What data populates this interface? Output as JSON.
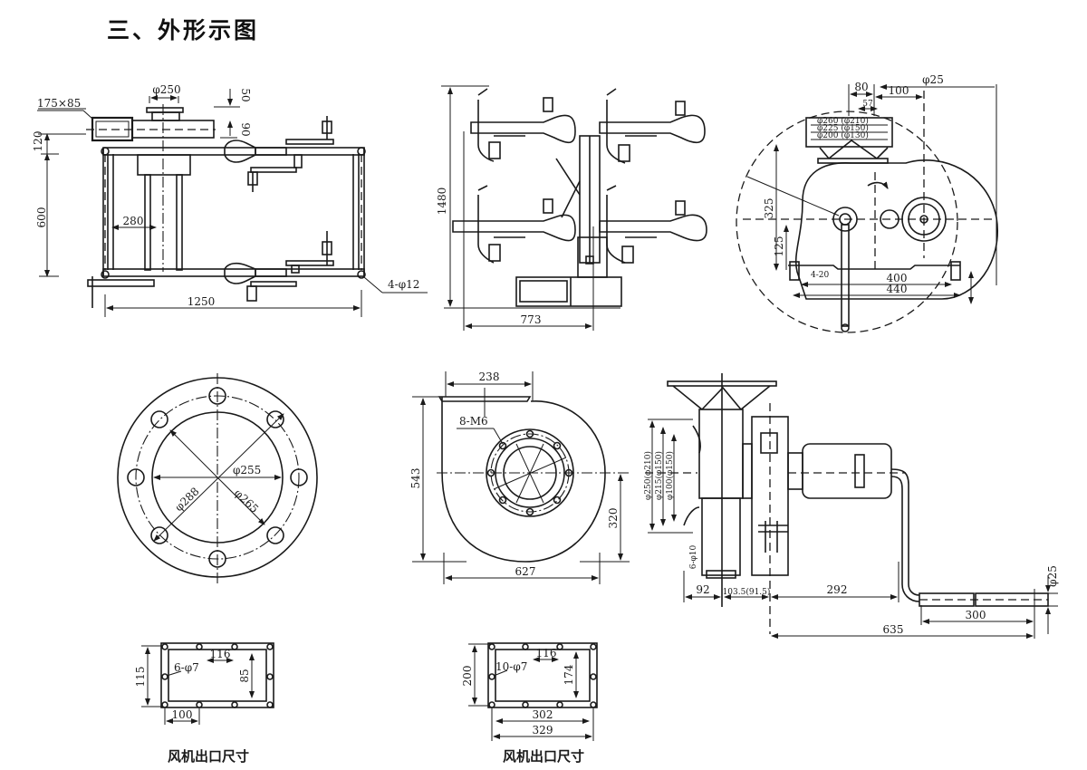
{
  "page": {
    "title": "三、外形示图",
    "ink_color": "#1a1a1a",
    "background": "#ffffff"
  },
  "top_view": {
    "label_outlet": "175×85",
    "label_inlet_dia": "φ250",
    "dim_50": "50",
    "dim_90": "90",
    "dim_120": "120",
    "dim_600": "600",
    "dim_280": "280",
    "dim_1250": "1250",
    "label_bolts": "4-φ12"
  },
  "front_view": {
    "dim_height": "1480",
    "dim_width": "773"
  },
  "side_view": {
    "dim_80": "80",
    "dim_100": "100",
    "dim_phi25": "φ25",
    "dim_57": "57",
    "dia_row1": "φ260  (φ210)",
    "dia_row2": "φ225  (φ150)",
    "dia_row3": "φ200  (φ130)",
    "dim_325": "325",
    "dim_125": "125",
    "label_holes": "4-20",
    "dim_400": "400",
    "dim_440": "440"
  },
  "flange_view": {
    "dia_255": "φ255",
    "dia_288": "φ288",
    "dia_265": "φ265"
  },
  "volute_view": {
    "dim_238": "238",
    "label_screws": "8-M6",
    "dim_543": "543",
    "dim_320": "320",
    "dim_627": "627"
  },
  "motor_view": {
    "dia_250": "φ250(φ210)",
    "dia_215": "φ215(φ150)",
    "dia_100": "φ100(φ150)",
    "label_holes": "6-φ10",
    "dim_92": "92",
    "dim_103": "103.5(91.5)",
    "dim_292": "292",
    "dim_phi25": "φ25",
    "dim_300": "300",
    "dim_635": "635"
  },
  "outlet_small": {
    "dim_115": "115",
    "dim_116": "116",
    "label_holes": "6-φ7",
    "dim_85": "85",
    "dim_100": "100",
    "caption": "风机出口尺寸"
  },
  "outlet_large": {
    "dim_200": "200",
    "dim_116": "116",
    "label_holes": "10-φ7",
    "dim_174": "174",
    "dim_302": "302",
    "dim_329": "329",
    "caption": "风机出口尺寸"
  }
}
